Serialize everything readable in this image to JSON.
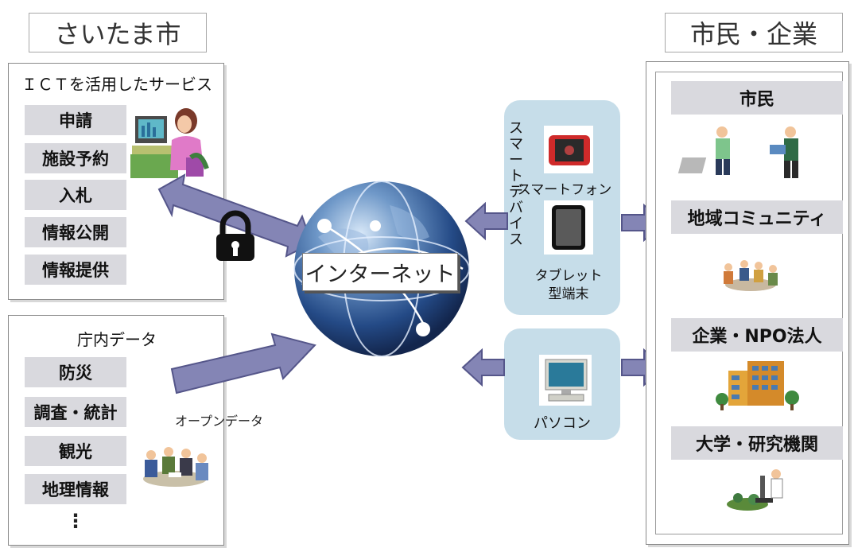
{
  "saitama_header": "さいたま市",
  "citizen_header": "市民・企業",
  "ict_panel": {
    "title": "ＩＣＴを活用したサービス",
    "items": [
      "申請",
      "施設予約",
      "入札",
      "情報公開",
      "情報提供"
    ]
  },
  "data_panel": {
    "title": "庁内データ",
    "items": [
      "防災",
      "調査・統計",
      "観光",
      "地理情報"
    ],
    "more": "⋮"
  },
  "open_data_label": "オープンデータ",
  "internet_label": "インターネット",
  "smart_device": {
    "vertical_label": "スマートデバイス",
    "smartphone": "スマートフォン",
    "tablet_line1": "タブレット",
    "tablet_line2": "型端末"
  },
  "pc_label": "パソコン",
  "right_panel": {
    "items": [
      "市民",
      "地域コミュニティ",
      "企業・NPO法人",
      "大学・研究機関"
    ]
  },
  "colors": {
    "arrow": "#8485b5",
    "arrow_stroke": "#55568a",
    "device_bg": "#c6dde9",
    "box_bg": "#d9d9de"
  }
}
